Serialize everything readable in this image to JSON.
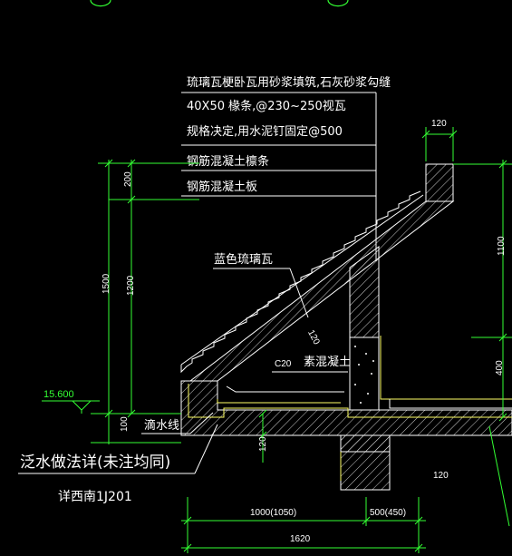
{
  "notes": {
    "line1": "琉璃瓦梗卧瓦用砂浆填筑,石灰砂浆勾缝",
    "line2": "40X50 椽条,@230~250视瓦",
    "line3": "规格决定,用水泥钉固定@500",
    "line4": "钢筋混凝土檩条",
    "line5": "钢筋混凝土板"
  },
  "labels": {
    "blue_tile": "蓝色琉璃瓦",
    "plain_concrete": "素混凝土",
    "drip": "滴水线",
    "flashing": "泛水做法详(未注均同)",
    "ref": "详西南1J201",
    "slope_thick": "120",
    "c20": "C20"
  },
  "elevation": "15.600",
  "dims": {
    "top_width": "120",
    "left_200": "200",
    "left_1500": "1500",
    "left_1200": "1200",
    "left_100": "100",
    "right_1100": "1100",
    "right_400": "400",
    "bottom_120": "120",
    "bottom_1000": "1000(1050)",
    "bottom_500": "500(450)",
    "bottom_1620": "1620",
    "slab_120": "120"
  },
  "colors": {
    "background": "#000000",
    "outline": "#ffffff",
    "dimension": "#33ff33",
    "hatch": "#ffffff",
    "yellow": "#ffff66"
  }
}
